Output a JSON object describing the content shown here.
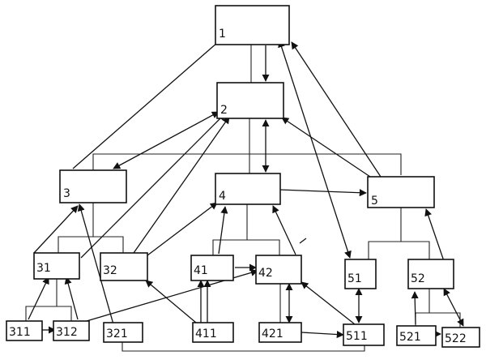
{
  "nodes": {
    "n1": "1",
    "n2": "2",
    "n3": "3",
    "n4": "4",
    "n5": "5",
    "n31": "31",
    "n32": "32",
    "n41": "41",
    "n42": "42",
    "n51": "51",
    "n52": "52",
    "n311": "311",
    "n312": "312",
    "n321": "321",
    "n411": "411",
    "n421": "421",
    "n511": "511",
    "n521": "521",
    "n522": "522"
  },
  "colors": {
    "ink": "#111111",
    "paper": "#ffffff"
  }
}
